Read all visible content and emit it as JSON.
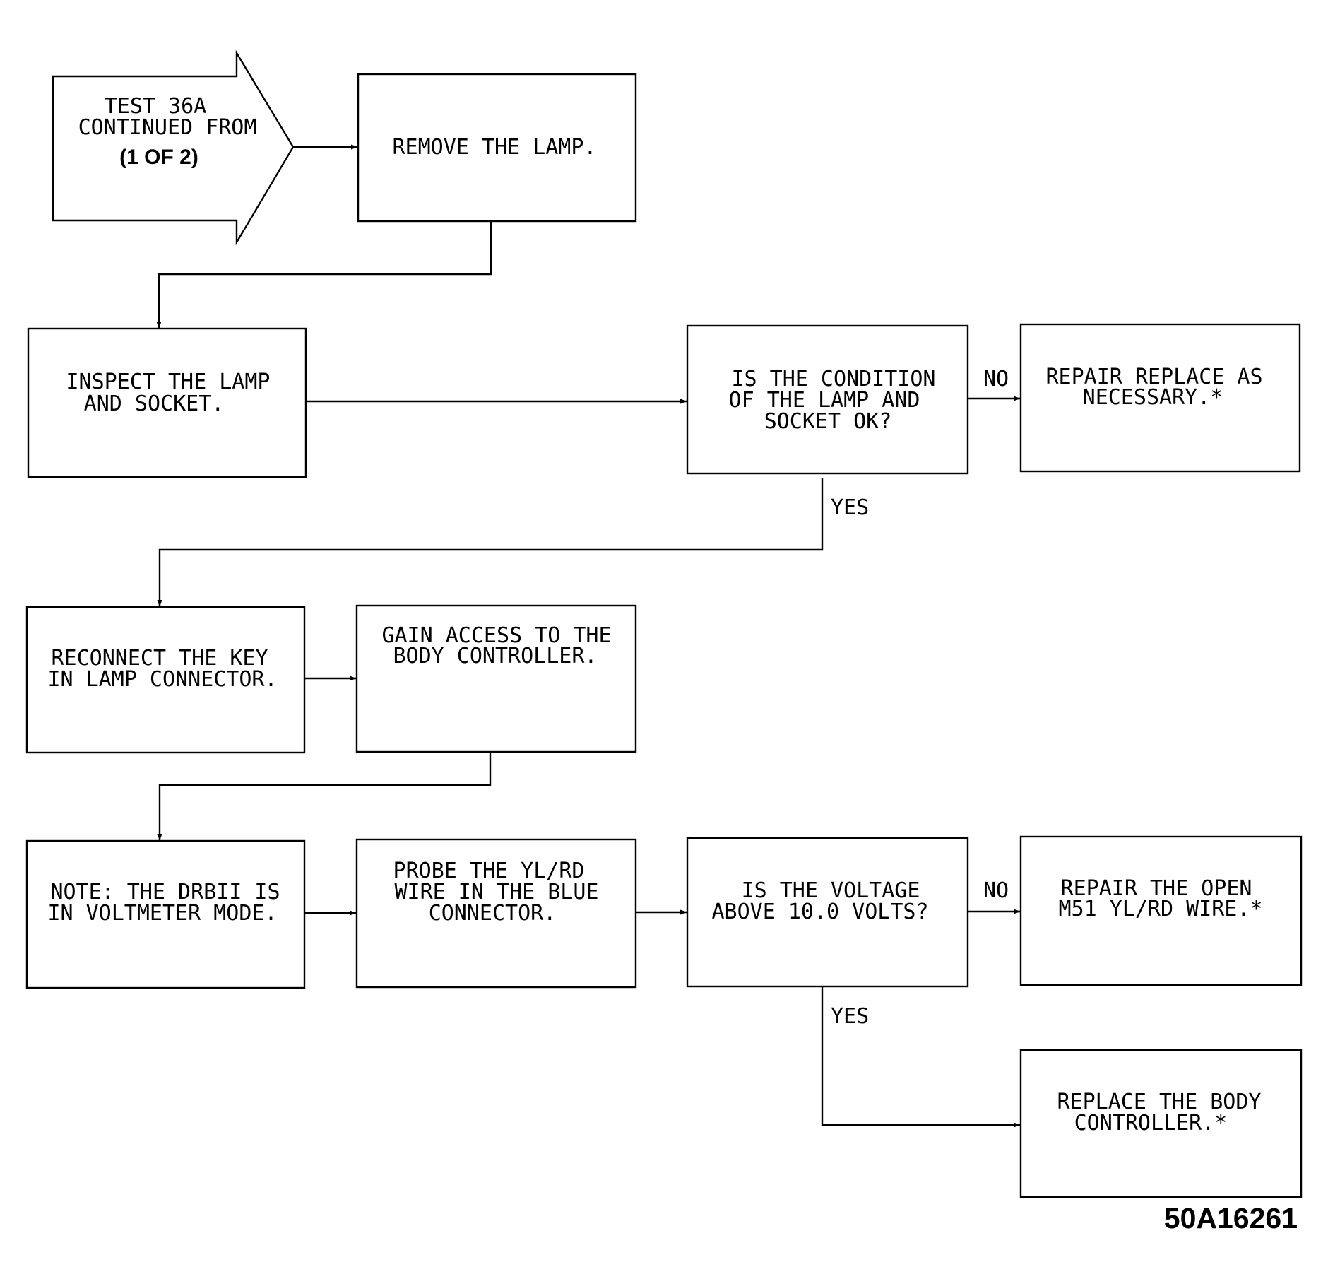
{
  "start": {
    "line1": "TEST 36A",
    "line2": "CONTINUED FROM",
    "line3": "(1 OF 2)"
  },
  "steps": {
    "remove_lamp": [
      "REMOVE THE LAMP."
    ],
    "inspect_lamp": [
      "INSPECT THE LAMP",
      "AND SOCKET."
    ],
    "condition_question": [
      "IS THE CONDITION",
      "OF THE LAMP AND",
      "SOCKET OK?"
    ],
    "repair_replace": [
      "REPAIR REPLACE AS",
      "NECESSARY.*"
    ],
    "reconnect_key": [
      "RECONNECT THE KEY",
      "IN LAMP CONNECTOR."
    ],
    "gain_access": [
      "GAIN ACCESS TO THE",
      "BODY CONTROLLER."
    ],
    "note_drbii": [
      "NOTE: THE DRBII IS",
      "IN VOLTMETER MODE."
    ],
    "probe_wire": [
      "PROBE THE YL/RD",
      "WIRE IN THE BLUE",
      "CONNECTOR."
    ],
    "voltage_question": [
      "IS THE VOLTAGE",
      "ABOVE 10.0 VOLTS?"
    ],
    "repair_open": [
      "REPAIR THE OPEN",
      "M51 YL/RD WIRE.*"
    ],
    "replace_controller": [
      "REPLACE THE BODY",
      "CONTROLLER.*"
    ]
  },
  "labels": {
    "no_1": "NO",
    "yes_1": "YES",
    "no_2": "NO",
    "yes_2": "YES"
  },
  "figure_id": "50A16261"
}
